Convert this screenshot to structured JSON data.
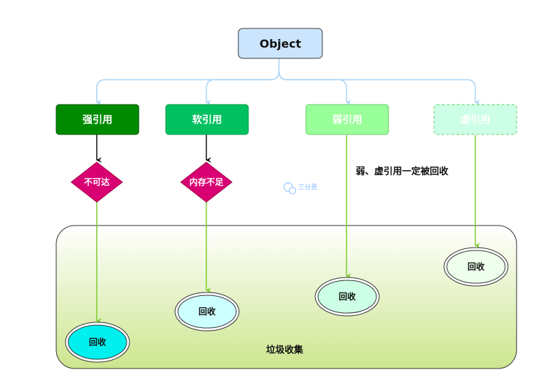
{
  "root": {
    "label": "Object"
  },
  "references": {
    "strong": {
      "label": "强引用"
    },
    "soft": {
      "label": "软引用"
    },
    "weak": {
      "label": "弱引用"
    },
    "phantom": {
      "label": "虚引用"
    }
  },
  "conditions": {
    "unreachable": "不可达",
    "out_of_memory": "内存不足"
  },
  "note": "弱、虚引用一定被回收",
  "gc_area": {
    "label": "垃圾收集"
  },
  "collected": {
    "strong": "回收",
    "soft": "回收",
    "weak": "回收",
    "phantom": "回收"
  },
  "watermark": "三分恶",
  "colors": {
    "strong": "#008a00",
    "soft": "#00c060",
    "weak": "#99ff99",
    "phantom": "#ccffe6",
    "diamond": "#d80073",
    "root_fill": "#cce5ff",
    "connector_blue": "#a9d4f5",
    "connector_green": "#7dcc2e"
  }
}
